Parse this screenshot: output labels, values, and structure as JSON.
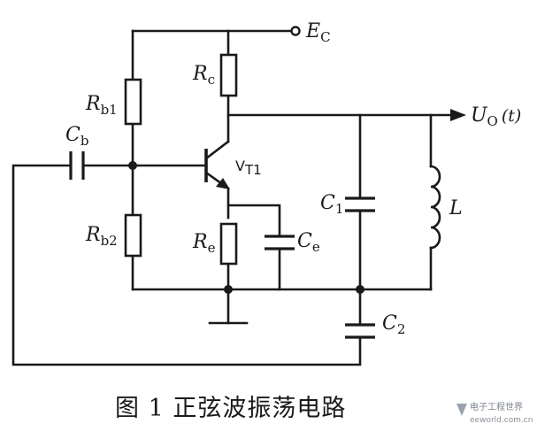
{
  "labels": {
    "ec": {
      "main": "E",
      "sub": "C"
    },
    "rb1": {
      "main": "R",
      "sub": "b1"
    },
    "rb2": {
      "main": "R",
      "sub": "b2"
    },
    "rc": {
      "main": "R",
      "sub": "c"
    },
    "re": {
      "main": "R",
      "sub": "e"
    },
    "cb": {
      "main": "C",
      "sub": "b"
    },
    "ce": {
      "main": "C",
      "sub": "e"
    },
    "c1": {
      "main": "C",
      "sub": "1"
    },
    "c2": {
      "main": "C",
      "sub": "2"
    },
    "l": {
      "main": "L"
    },
    "vt1": {
      "main": "V",
      "sub": "T1"
    },
    "uo": {
      "main": "U",
      "sub": "O",
      "tail": "(t)"
    }
  },
  "caption": "图 1  正弦波振荡电路",
  "watermark": {
    "logo": "电子工程世界",
    "url": "eeworld.com.cn"
  }
}
